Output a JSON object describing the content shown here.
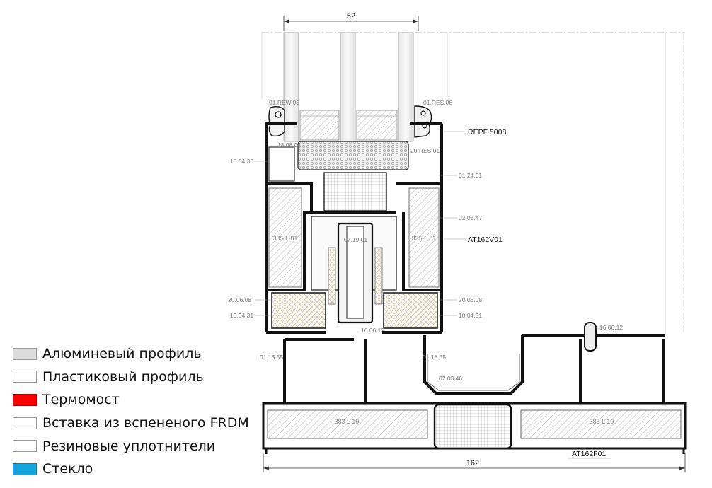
{
  "dimensions": {
    "top_width": "52",
    "bottom_width": "162"
  },
  "part_labels": {
    "seal_left_top": "01.REW.05",
    "seal_right_top": "01.RES.06",
    "profile_code": "REPF 5008",
    "left_label_1": "10.04.30",
    "gasket_top": "18.08.04",
    "gasket_right": "20.RES.01",
    "right_label_1": "01.24.01",
    "right_label_2": "02.03.47",
    "sash_profile": "AT162V01",
    "left_label_2": "20.06.08",
    "right_label_3": "20.06.08",
    "left_label_3": "10.04.31",
    "right_label_4": "10.04.31",
    "center_profile": "07.19.01",
    "center_lower": "16.06.12",
    "right_mullion": "16.06.12",
    "bottom_left_1": "01.18.55",
    "bottom_left_2": "01.18.55",
    "bottom_center": "02.03.46",
    "frame_profile": "AT162F01"
  },
  "section_labels": {
    "insulation_left": "335 L 81",
    "insulation_right": "335 L 81",
    "bottom_left": "383 L 19",
    "bottom_right": "383 L 19"
  },
  "legend": [
    {
      "label": "Алюминевый профиль",
      "color": "#dcdcdc"
    },
    {
      "label": "Пластиковый профиль",
      "color": "#e9a6e9"
    },
    {
      "label": "Термомост",
      "color": "#ff0000"
    },
    {
      "label": "Вставка из вспененого FRDM",
      "color": "#e7b777"
    },
    {
      "label": "Резиновые уплотнители",
      "color": "#8fd08f"
    },
    {
      "label": "Стекло",
      "color": "#14a5df"
    }
  ]
}
